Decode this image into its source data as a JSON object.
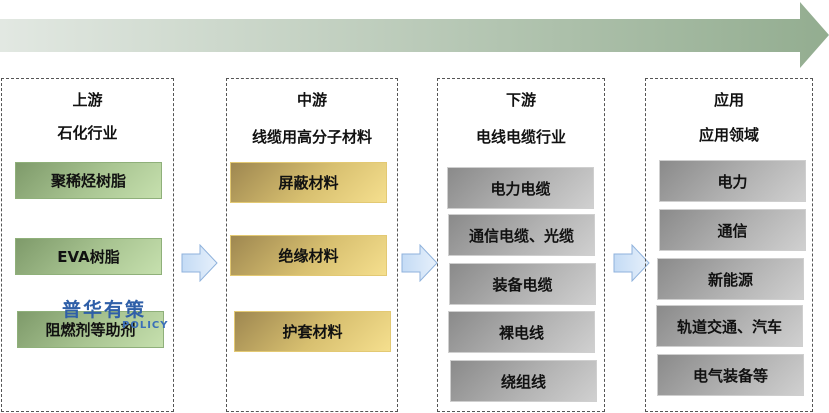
{
  "diagram": {
    "main_arrow": {
      "direction": "right",
      "color_start": "#e2e8e2",
      "color_end": "#93ad90"
    },
    "flow_arrow_color": "#cfe2f8",
    "stages": [
      {
        "title": "上游",
        "subtitle": "石化行业",
        "color": "#a9c592",
        "items": [
          "聚稀烃树脂",
          "EVA树脂",
          "阻燃剂等助剂"
        ]
      },
      {
        "title": "中游",
        "subtitle": "线缆用高分子材料",
        "color": "#d8c070",
        "items": [
          "屏蔽材料",
          "绝缘材料",
          "护套材料"
        ]
      },
      {
        "title": "下游",
        "subtitle": "电线电缆行业",
        "color": "#b2b2b2",
        "items": [
          "电力电缆",
          "通信电缆、光缆",
          "装备电缆",
          "裸电线",
          "绕组线"
        ]
      },
      {
        "title": "应用",
        "subtitle": "应用领域",
        "color": "#b2b2b2",
        "items": [
          "电力",
          "通信",
          "新能源",
          "轨道交通、汽车",
          "电气装备等"
        ]
      }
    ],
    "watermark": {
      "cn": "普华有策",
      "en": "POLICY"
    }
  }
}
